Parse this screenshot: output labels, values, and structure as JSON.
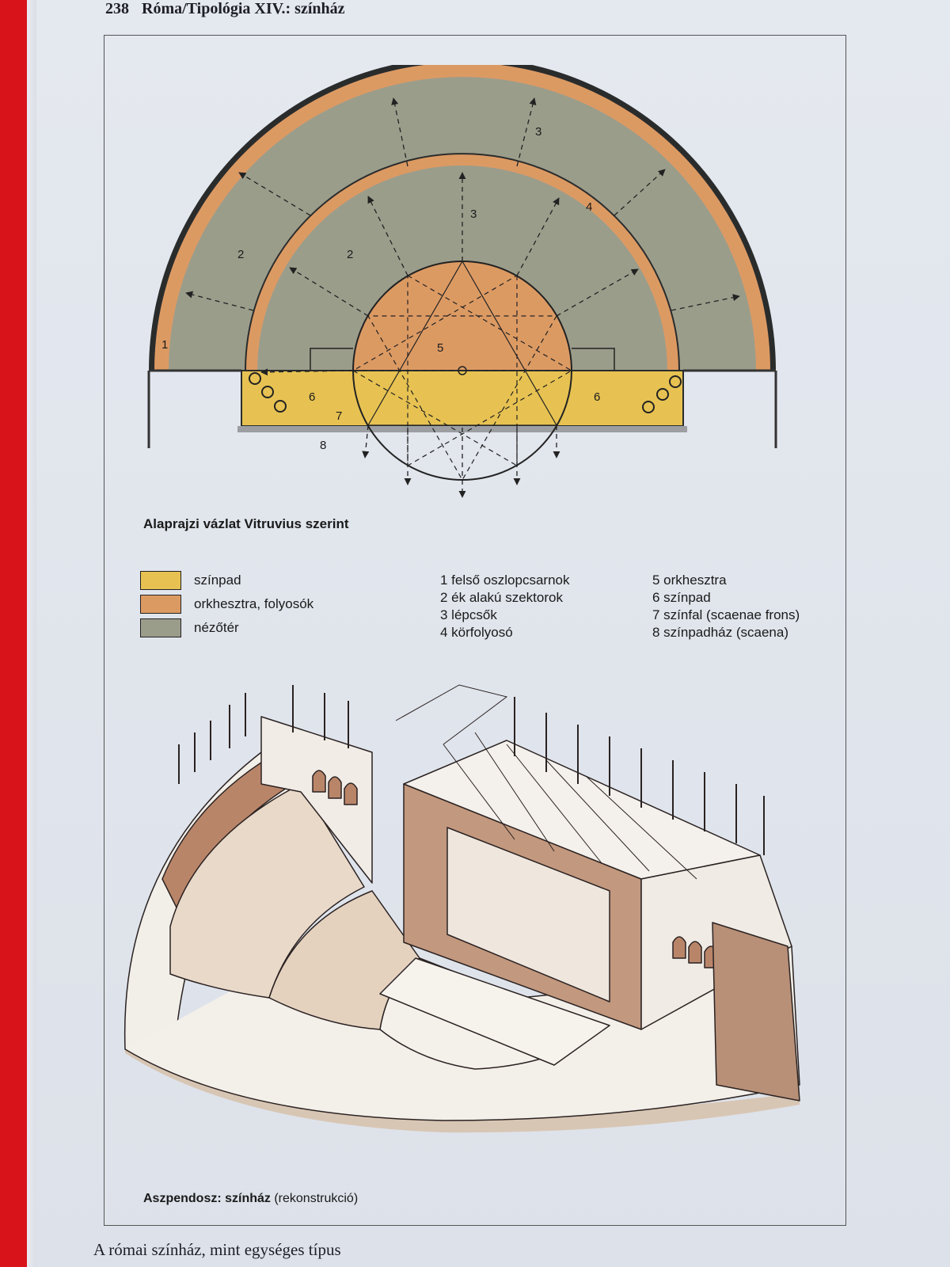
{
  "header": {
    "page_number": "238",
    "title": "Róma/Tipológia XIV.: színház"
  },
  "plan": {
    "title": "Alaprajzi vázlat Vitruvius szerint",
    "labels": {
      "n1": "1",
      "n2a": "2",
      "n2b": "2",
      "n3a": "3",
      "n3b": "3",
      "n4": "4",
      "n5": "5",
      "n6a": "6",
      "n6b": "6",
      "n7": "7",
      "n8": "8"
    }
  },
  "legend": [
    {
      "label": "színpad",
      "color": "#e7c252"
    },
    {
      "label": "orkhesztra, folyosók",
      "color": "#dc9a63"
    },
    {
      "label": "nézőtér",
      "color": "#9b9d8b"
    }
  ],
  "key_col1": [
    "1 felső oszlopcsarnok",
    "2 ék alakú szektorok",
    "3 lépcsők",
    "4 körfolyosó"
  ],
  "key_col2": [
    "5 orkhesztra",
    "6 színpad",
    "7 színfal (scaenae frons)",
    "8 színpadház (scaena)"
  ],
  "caption": {
    "bold": "Aszpendosz: színház",
    "rest": " (rekonstrukció)"
  },
  "footer": "A római színház, mint egységes típus",
  "colors": {
    "stage": "#e7c252",
    "orchestra": "#dc9a63",
    "seating": "#9b9d8b",
    "dark": "#2a2c2c"
  }
}
